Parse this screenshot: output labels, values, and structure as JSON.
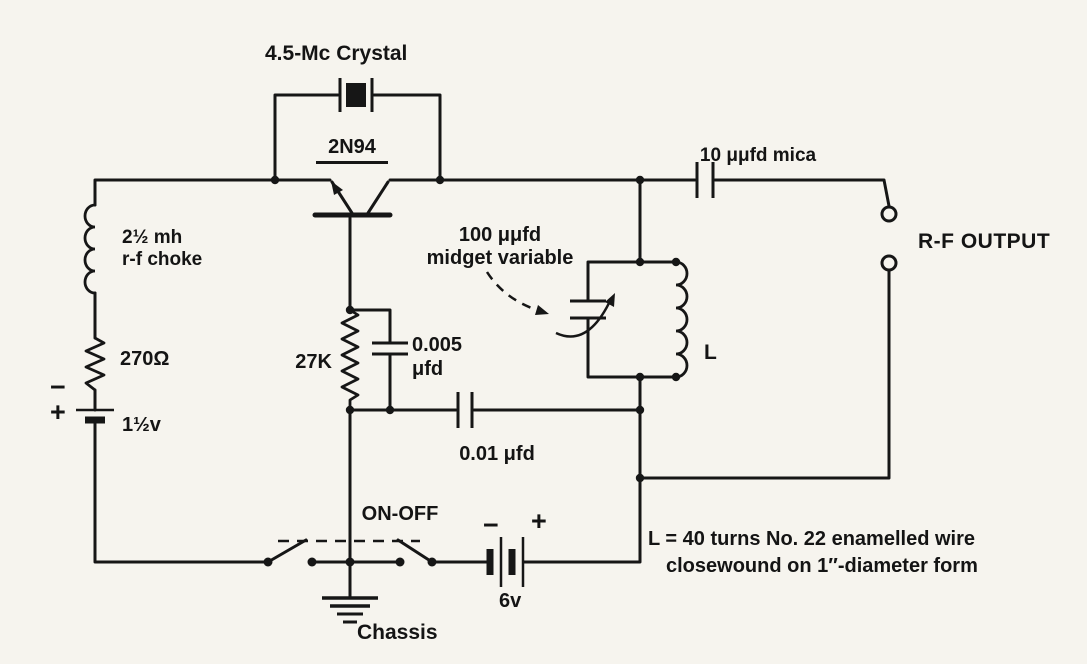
{
  "canvas": {
    "bg": "#f6f4ee",
    "ink": "#161616"
  },
  "labels": {
    "crystal": "4.5-Mc Crystal",
    "transistor": "2N94",
    "choke_line1": "2½ mh",
    "choke_line2": "r-f choke",
    "r270": "270Ω",
    "bat15_minus": "−",
    "bat15_plus": "+",
    "bat15": "1½v",
    "r27k": "27K",
    "c0005_line1": "0.005",
    "c0005_line2": "μfd",
    "varcap_line1": "100 μμfd",
    "varcap_line2": "midget variable",
    "coil": "L",
    "c10": "10 μμfd mica",
    "rf_output": "R-F OUTPUT",
    "c001": "0.01 μfd",
    "switch": "ON-OFF",
    "bat6_minus": "−",
    "bat6_plus": "+",
    "bat6": "6v",
    "ground": "Chassis",
    "note_line1": "L = 40 turns No. 22 enamelled wire",
    "note_line2": "closewound on 1″-diameter form"
  }
}
